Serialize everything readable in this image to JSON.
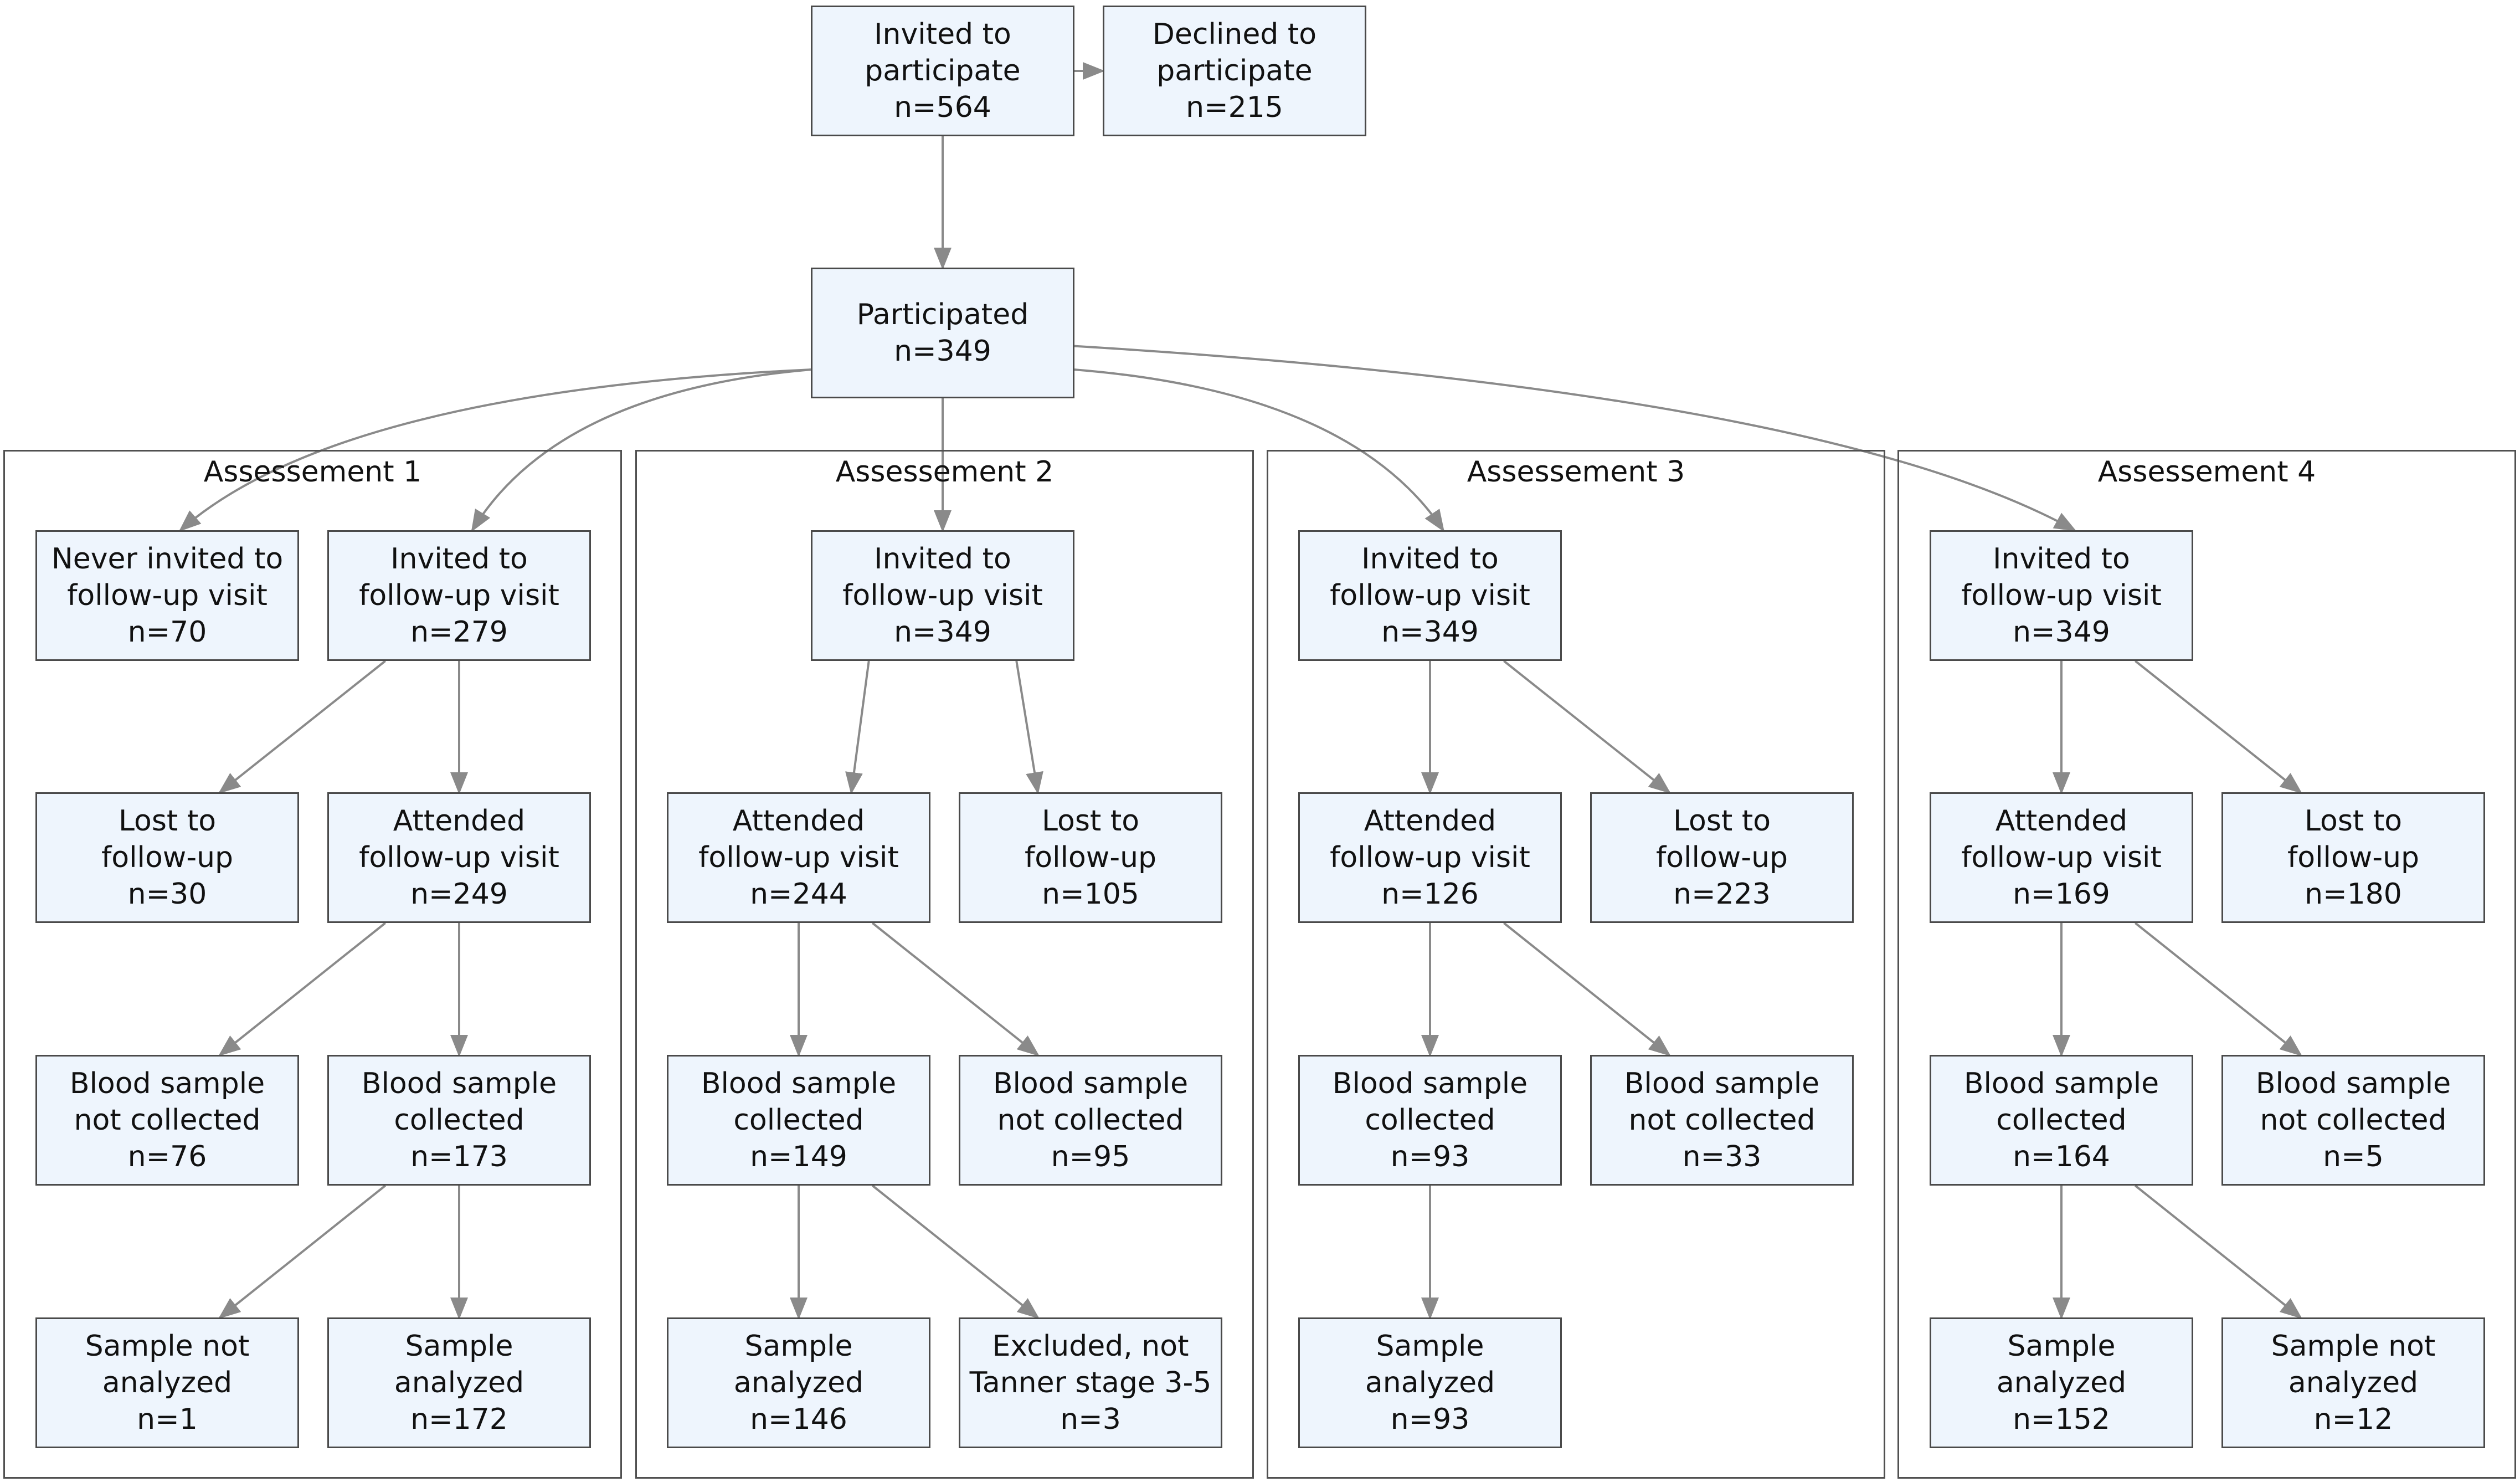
{
  "colors": {
    "node_fill": "#eef5fd",
    "node_border": "#4a4a4a",
    "edge": "#8a8a8a",
    "cluster_border": "#505050"
  },
  "nodes": {
    "invited": {
      "text": "Invited to\nparticipate\nn=564"
    },
    "declined": {
      "text": "Declined to\nparticipate\nn=215"
    },
    "participated": {
      "text": "Participated\nn=349"
    },
    "a1_never": {
      "text": "Never invited to\nfollow-up visit\nn=70"
    },
    "a1_invited": {
      "text": "Invited to\nfollow-up visit\nn=279"
    },
    "a1_lost": {
      "text": "Lost to\nfollow-up\nn=30"
    },
    "a1_attended": {
      "text": "Attended\nfollow-up visit\nn=249"
    },
    "a1_notcollected": {
      "text": "Blood sample\nnot collected\nn=76"
    },
    "a1_collected": {
      "text": "Blood sample\ncollected\nn=173"
    },
    "a1_notanalyzed": {
      "text": "Sample not\nanalyzed\nn=1"
    },
    "a1_analyzed": {
      "text": "Sample\nanalyzed\nn=172"
    },
    "a2_invited": {
      "text": "Invited to\nfollow-up visit\nn=349"
    },
    "a2_attended": {
      "text": "Attended\nfollow-up visit\nn=244"
    },
    "a2_lost": {
      "text": "Lost to\nfollow-up\nn=105"
    },
    "a2_collected": {
      "text": "Blood sample\ncollected\nn=149"
    },
    "a2_notcollected": {
      "text": "Blood sample\nnot collected\nn=95"
    },
    "a2_analyzed": {
      "text": "Sample\nanalyzed\nn=146"
    },
    "a2_excluded": {
      "text": "Excluded, not\nTanner stage 3-5\nn=3"
    },
    "a3_invited": {
      "text": "Invited to\nfollow-up visit\nn=349"
    },
    "a3_attended": {
      "text": "Attended\nfollow-up visit\nn=126"
    },
    "a3_lost": {
      "text": "Lost to\nfollow-up\nn=223"
    },
    "a3_collected": {
      "text": "Blood sample\ncollected\nn=93"
    },
    "a3_notcollected": {
      "text": "Blood sample\nnot collected\nn=33"
    },
    "a3_analyzed": {
      "text": "Sample\nanalyzed\nn=93"
    },
    "a4_invited": {
      "text": "Invited to\nfollow-up visit\nn=349"
    },
    "a4_attended": {
      "text": "Attended\nfollow-up visit\nn=169"
    },
    "a4_lost": {
      "text": "Lost to\nfollow-up\nn=180"
    },
    "a4_collected": {
      "text": "Blood sample\ncollected\nn=164"
    },
    "a4_notcollected": {
      "text": "Blood sample\nnot collected\nn=5"
    },
    "a4_analyzed": {
      "text": "Sample\nanalyzed\nn=152"
    },
    "a4_notanalyzed": {
      "text": "Sample not\nanalyzed\nn=12"
    }
  },
  "clusters": [
    {
      "id": "a1",
      "label": "Assessement 1"
    },
    {
      "id": "a2",
      "label": "Assessement 2"
    },
    {
      "id": "a3",
      "label": "Assessement 3"
    },
    {
      "id": "a4",
      "label": "Assessement 4"
    }
  ],
  "edges": [
    {
      "from": "invited",
      "to": "declined"
    },
    {
      "from": "invited",
      "to": "participated"
    },
    {
      "from": "participated",
      "to": "a1_never"
    },
    {
      "from": "participated",
      "to": "a1_invited"
    },
    {
      "from": "participated",
      "to": "a2_invited"
    },
    {
      "from": "participated",
      "to": "a3_invited"
    },
    {
      "from": "participated",
      "to": "a4_invited"
    },
    {
      "from": "a1_invited",
      "to": "a1_lost"
    },
    {
      "from": "a1_invited",
      "to": "a1_attended"
    },
    {
      "from": "a1_attended",
      "to": "a1_notcollected"
    },
    {
      "from": "a1_attended",
      "to": "a1_collected"
    },
    {
      "from": "a1_collected",
      "to": "a1_notanalyzed"
    },
    {
      "from": "a1_collected",
      "to": "a1_analyzed"
    },
    {
      "from": "a2_invited",
      "to": "a2_attended"
    },
    {
      "from": "a2_invited",
      "to": "a2_lost"
    },
    {
      "from": "a2_attended",
      "to": "a2_collected"
    },
    {
      "from": "a2_attended",
      "to": "a2_notcollected"
    },
    {
      "from": "a2_collected",
      "to": "a2_analyzed"
    },
    {
      "from": "a2_collected",
      "to": "a2_excluded"
    },
    {
      "from": "a3_invited",
      "to": "a3_attended"
    },
    {
      "from": "a3_invited",
      "to": "a3_lost"
    },
    {
      "from": "a3_attended",
      "to": "a3_collected"
    },
    {
      "from": "a3_attended",
      "to": "a3_notcollected"
    },
    {
      "from": "a3_collected",
      "to": "a3_analyzed"
    },
    {
      "from": "a4_invited",
      "to": "a4_attended"
    },
    {
      "from": "a4_invited",
      "to": "a4_lost"
    },
    {
      "from": "a4_attended",
      "to": "a4_collected"
    },
    {
      "from": "a4_attended",
      "to": "a4_notcollected"
    },
    {
      "from": "a4_collected",
      "to": "a4_analyzed"
    },
    {
      "from": "a4_collected",
      "to": "a4_notanalyzed"
    }
  ]
}
